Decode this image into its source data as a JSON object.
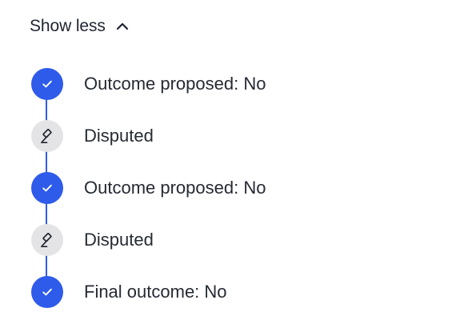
{
  "toggle": {
    "label": "Show less",
    "icon": "chevron-up-icon"
  },
  "timeline": {
    "accent_color": "#2f5bea",
    "disputed_bg": "#e4e4e6",
    "steps": [
      {
        "label": "Outcome proposed: No",
        "status": "done",
        "icon": "check-icon"
      },
      {
        "label": "Disputed",
        "status": "disputed",
        "icon": "gavel-icon"
      },
      {
        "label": "Outcome proposed: No",
        "status": "done",
        "icon": "check-icon"
      },
      {
        "label": "Disputed",
        "status": "disputed",
        "icon": "gavel-icon"
      },
      {
        "label": "Final outcome: No",
        "status": "done",
        "icon": "check-icon"
      }
    ]
  }
}
